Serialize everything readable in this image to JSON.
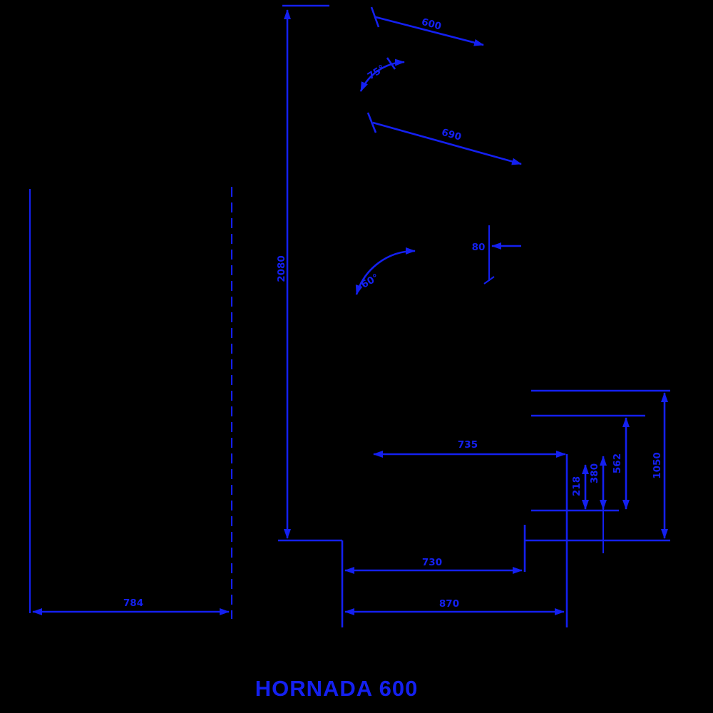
{
  "title": "HORNADA 600",
  "colors": {
    "line": "#1420f0",
    "background": "#000000"
  },
  "labels": {
    "total_height": "2080",
    "shelf_top": "600",
    "angle_top": "75°",
    "shelf_mid": "690",
    "angle_mid": "60°",
    "gap": "80",
    "depth_inner": "735",
    "height_a": "218",
    "height_b": "380",
    "height_c": "562",
    "height_d": "1050",
    "base_depth": "730",
    "total_depth": "870",
    "left_width": "784"
  }
}
